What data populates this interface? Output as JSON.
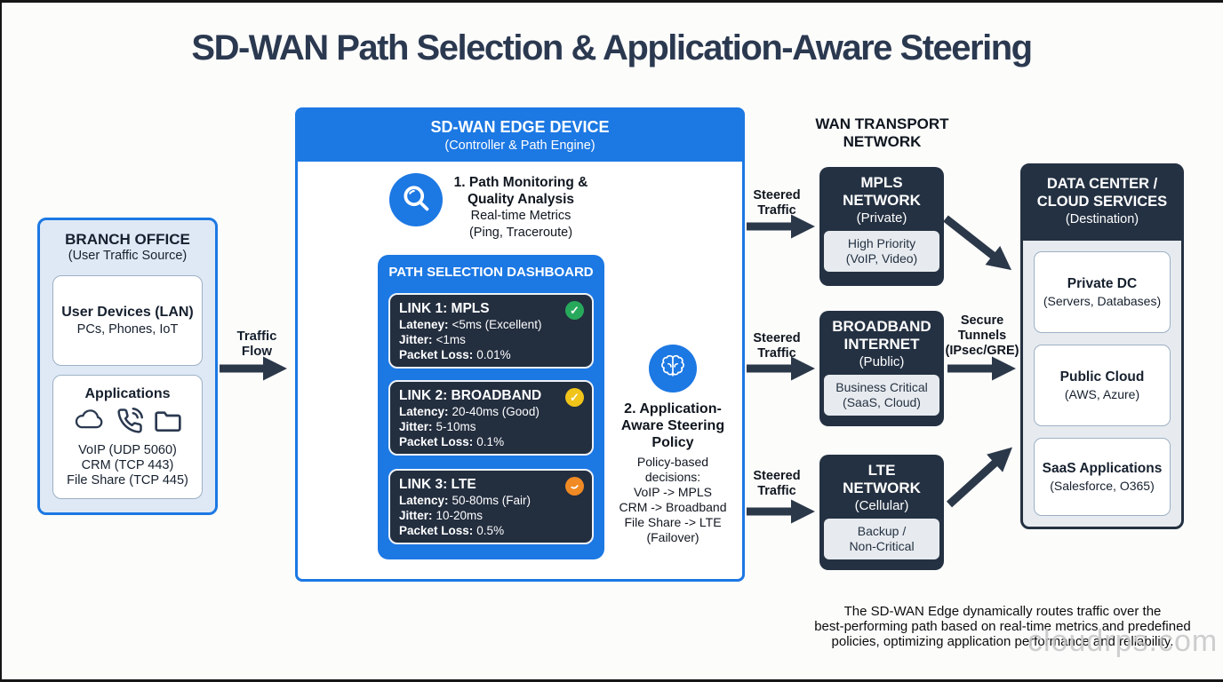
{
  "title": "SD-WAN Path Selection & Application-Aware Steering",
  "colors": {
    "accent_blue": "#1c78e3",
    "dark_navy": "#243142",
    "arrow_dark": "#2b3849",
    "status_excellent": "#27a95c",
    "status_good": "#f0c419",
    "status_fair": "#f08a24"
  },
  "branch_office": {
    "title": "BRANCH OFFICE",
    "subtitle": "(User Traffic Source)",
    "devices": {
      "title": "User Devices (LAN)",
      "subtitle": "PCs, Phones, IoT"
    },
    "applications": {
      "title": "Applications",
      "icons": [
        "cloud-icon",
        "voip-phone-icon",
        "folder-icon"
      ],
      "items": [
        "VoIP (UDP 5060)",
        "CRM (TCP 443)",
        "File Share (TCP 445)"
      ]
    }
  },
  "traffic_flow": {
    "line1": "Traffic",
    "line2": "Flow"
  },
  "edge_device": {
    "title": "SD-WAN EDGE DEVICE",
    "subtitle": "(Controller & Path Engine)",
    "monitoring": {
      "title_line1": "1. Path Monitoring &",
      "title_line2": "Quality Analysis",
      "desc_line1": "Real-time Metrics",
      "desc_line2": "(Ping, Traceroute)"
    },
    "dashboard": {
      "title": "PATH SELECTION DASHBOARD",
      "links": [
        {
          "name": "LINK 1: MPLS",
          "badge_style": "background:#27a95c",
          "badge_mark": "✓",
          "metrics": [
            {
              "label": "Lateney:",
              "value": "<5ms (Excellent)"
            },
            {
              "label": "Jitter:",
              "value": "<1ms"
            },
            {
              "label": "Packet Loss:",
              "value": "0.01%"
            }
          ]
        },
        {
          "name": "LINK 2: BROADBAND",
          "badge_style": "background:#f0c419",
          "badge_mark": "✓",
          "metrics": [
            {
              "label": "Latency:",
              "value": "20-40ms (Good)"
            },
            {
              "label": "Jitter:",
              "value": "5-10ms"
            },
            {
              "label": "Packet Loss:",
              "value": "0.1%"
            }
          ]
        },
        {
          "name": "LINK 3: LTE",
          "badge_style": "background:#f08a24",
          "badge_mark": "",
          "metrics": [
            {
              "label": "Latency:",
              "value": "50-80ms (Fair)"
            },
            {
              "label": "Jitter:",
              "value": "10-20ms"
            },
            {
              "label": "Packet Loss:",
              "value": "0.5%"
            }
          ]
        }
      ]
    },
    "steering": {
      "title_lines": [
        "2. Application-",
        "Aware Steering",
        "Policy"
      ],
      "body_lines": [
        "Policy-based",
        "decisions:",
        "VoIP -> MPLS",
        "CRM -> Broadband",
        "File Share -> LTE",
        "(Failover)"
      ]
    }
  },
  "wan": {
    "title_line1": "WAN TRANSPORT",
    "title_line2": "NETWORK",
    "steered_line1": "Steered",
    "steered_line2": "Traffic",
    "secure_lines": [
      "Secure",
      "Tunnels",
      "(IPsec/GRE)"
    ],
    "networks": [
      {
        "name_line1": "MPLS",
        "name_line2": "NETWORK",
        "type": "(Private)",
        "tag_line1": "High Priority",
        "tag_line2": "(VoIP, Video)"
      },
      {
        "name_line1": "BROADBAND",
        "name_line2": "INTERNET",
        "type": "(Public)",
        "tag_line1": "Business Critical",
        "tag_line2": "(SaaS, Cloud)"
      },
      {
        "name_line1": "LTE",
        "name_line2": "NETWORK",
        "type": "(Cellular)",
        "tag_line1": "Backup /",
        "tag_line2": "Non-Critical"
      }
    ]
  },
  "datacenter": {
    "title_line1": "DATA CENTER /",
    "title_line2": "CLOUD SERVICES",
    "subtitle": "(Destination)",
    "services": [
      {
        "name": "Private DC",
        "detail": "(Servers, Databases)"
      },
      {
        "name": "Public Cloud",
        "detail": "(AWS, Azure)"
      },
      {
        "name": "SaaS Applications",
        "detail": "(Salesforce, O365)"
      }
    ]
  },
  "caption_lines": [
    "The SD-WAN Edge dynamically routes traffic over the",
    "best-performing path based on real-time metrics and predefined",
    "policies, optimizing application performance and reliability."
  ],
  "watermark": "cloudrps.com"
}
